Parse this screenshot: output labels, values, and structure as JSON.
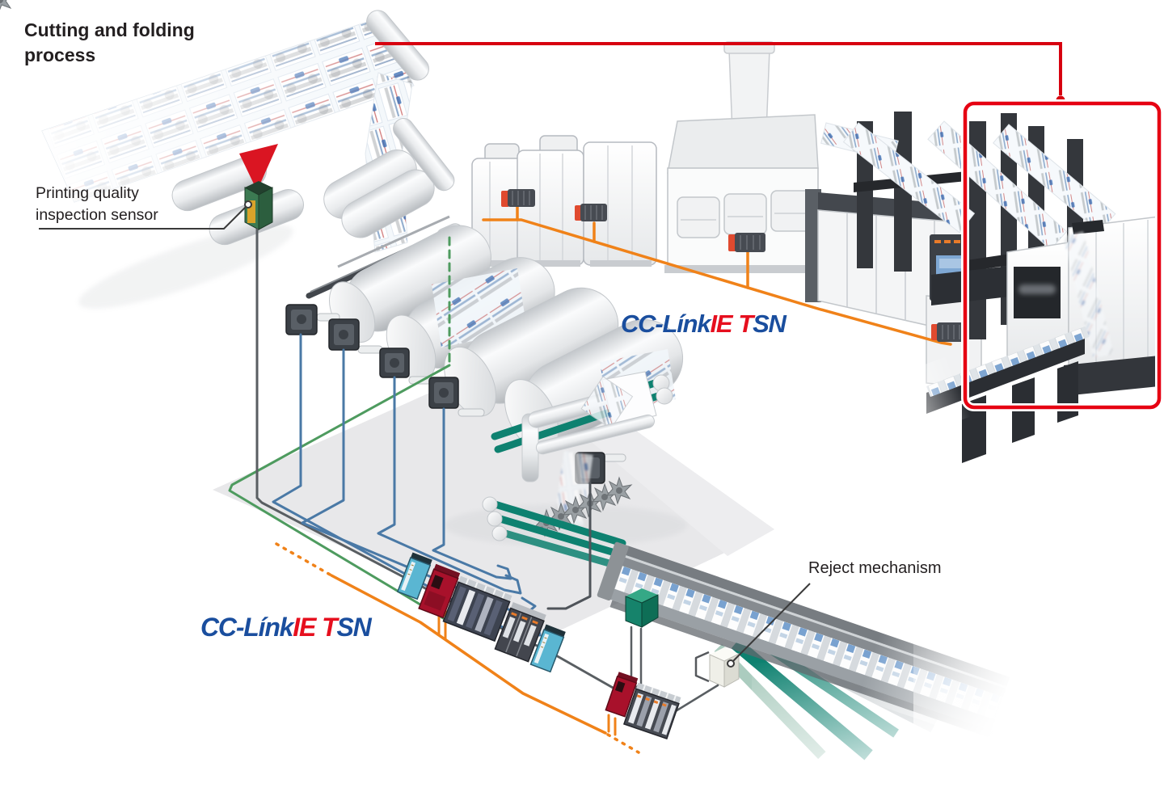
{
  "labels": {
    "title_line1": "Cutting and folding",
    "title_line2": "process",
    "sensor_line1": "Printing quality",
    "sensor_line2": "inspection sensor",
    "reject": "Reject mechanism"
  },
  "logo_upper": {
    "cclink": "CC-Línk",
    "ie": "IE",
    "t": "T",
    "sn": "SN"
  },
  "logo_lower": {
    "cclink": "CC-Línk",
    "ie": "IE",
    "t": "T",
    "sn": "SN"
  },
  "colors": {
    "highlight_red": "#e60012",
    "callout_red": "#d7000f",
    "network_orange": "#f08219",
    "servo_blue": "#4a79a6",
    "encoder_green": "#4e9b5f",
    "belt_teal": "#0e8170",
    "servo_amp_cyan": "#5ab6d2",
    "plc_cpu_red": "#a8112b",
    "machine_dark": "#33373d",
    "floor_gray": "#e8e8ea",
    "logo_blue": "#1a4e9e",
    "logo_red": "#e60f1e",
    "text": "#231f20"
  }
}
